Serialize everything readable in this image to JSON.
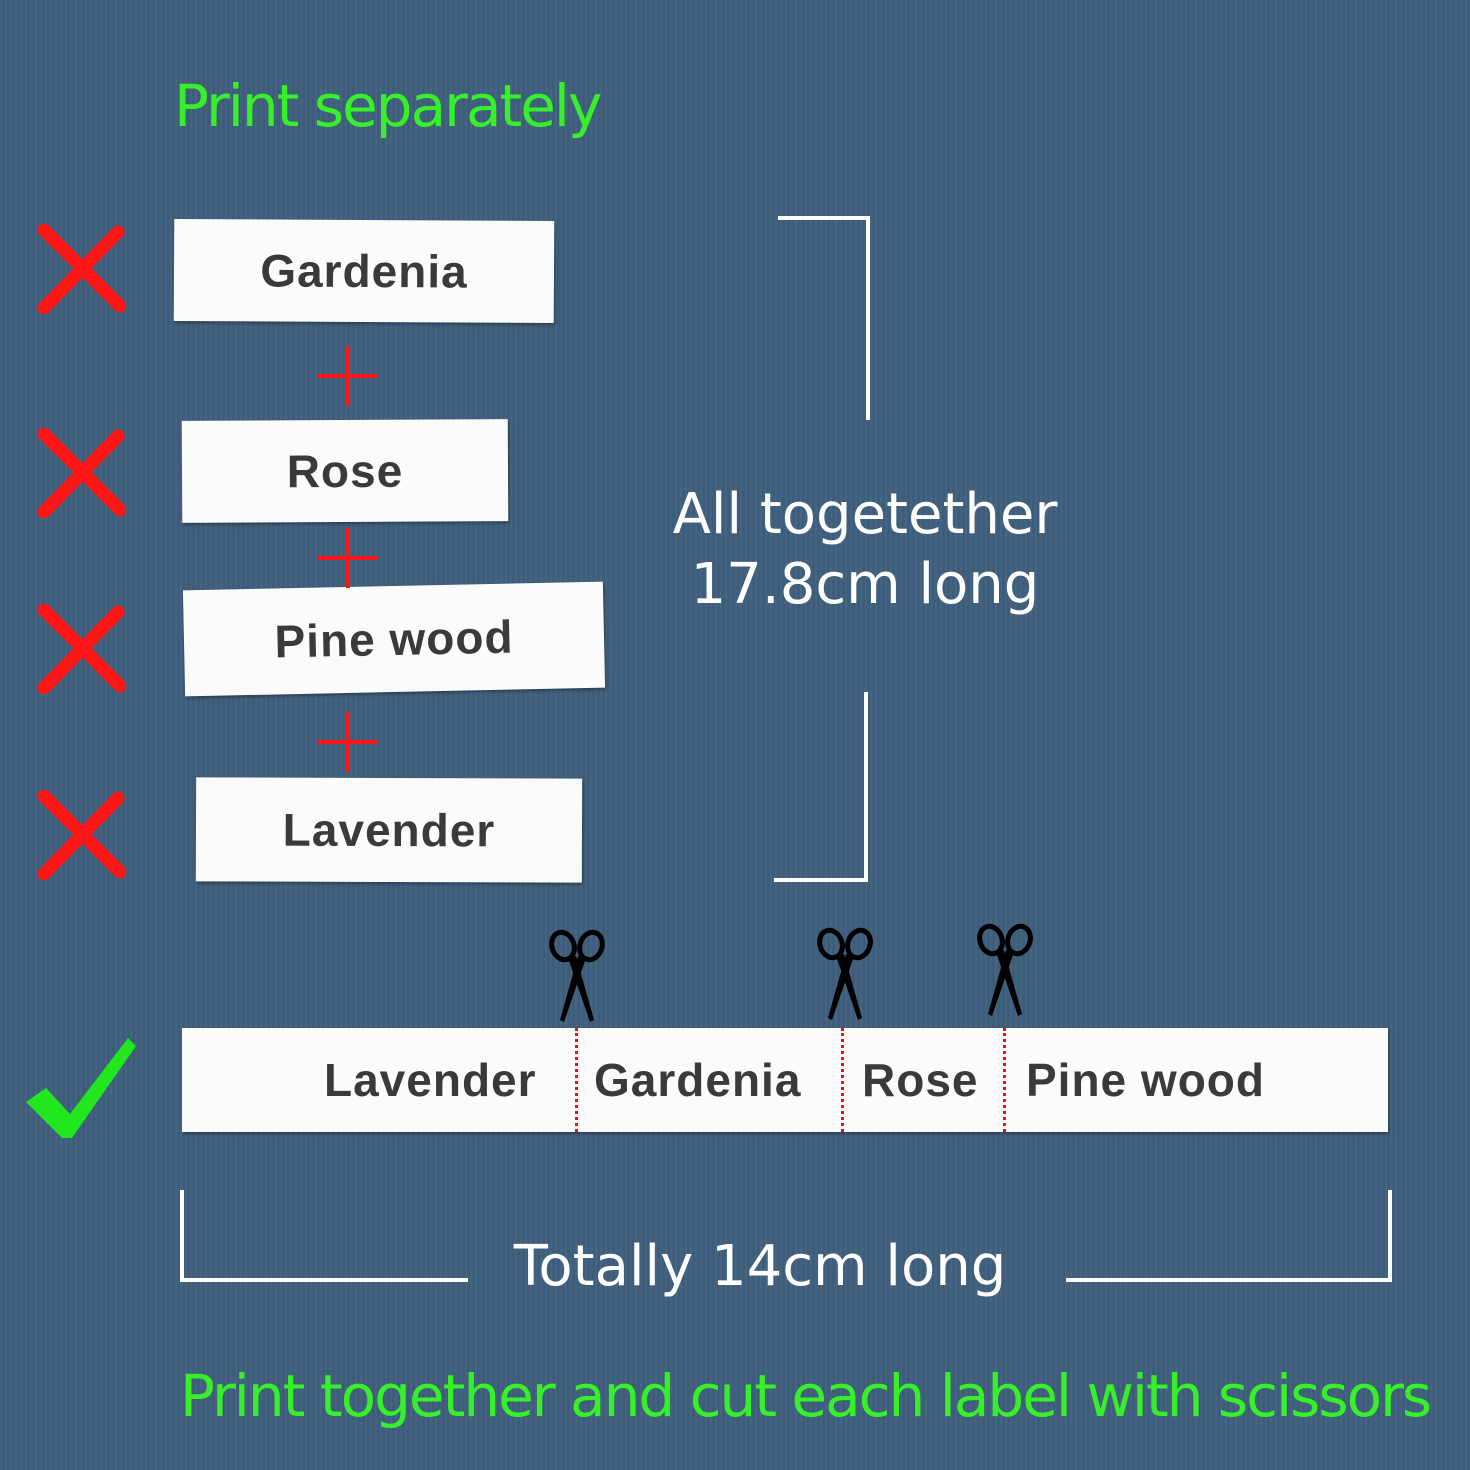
{
  "top_heading": "Print separately",
  "separate_labels": [
    "Gardenia",
    "Rose",
    "Pine wood",
    "Lavender"
  ],
  "separate_measure": {
    "line1": "All togetether",
    "line2": "17.8cm long"
  },
  "combined_strip": [
    "Lavender",
    "Gardenia",
    "Rose",
    "Pine wood"
  ],
  "combined_measure": "Totally 14cm long",
  "bottom_heading": "Print together and cut each label with scissors",
  "icons": {
    "wrong": "red-x-icon",
    "joiner": "plus-icon",
    "right": "green-checkmark-icon",
    "cut": "scissors-icon"
  },
  "colors": {
    "heading": "#38f02a",
    "cross": "#ff1515",
    "check": "#22e61e",
    "background": "#40607f",
    "label": "#fbfbfb",
    "cut_line": "#e0141e"
  }
}
